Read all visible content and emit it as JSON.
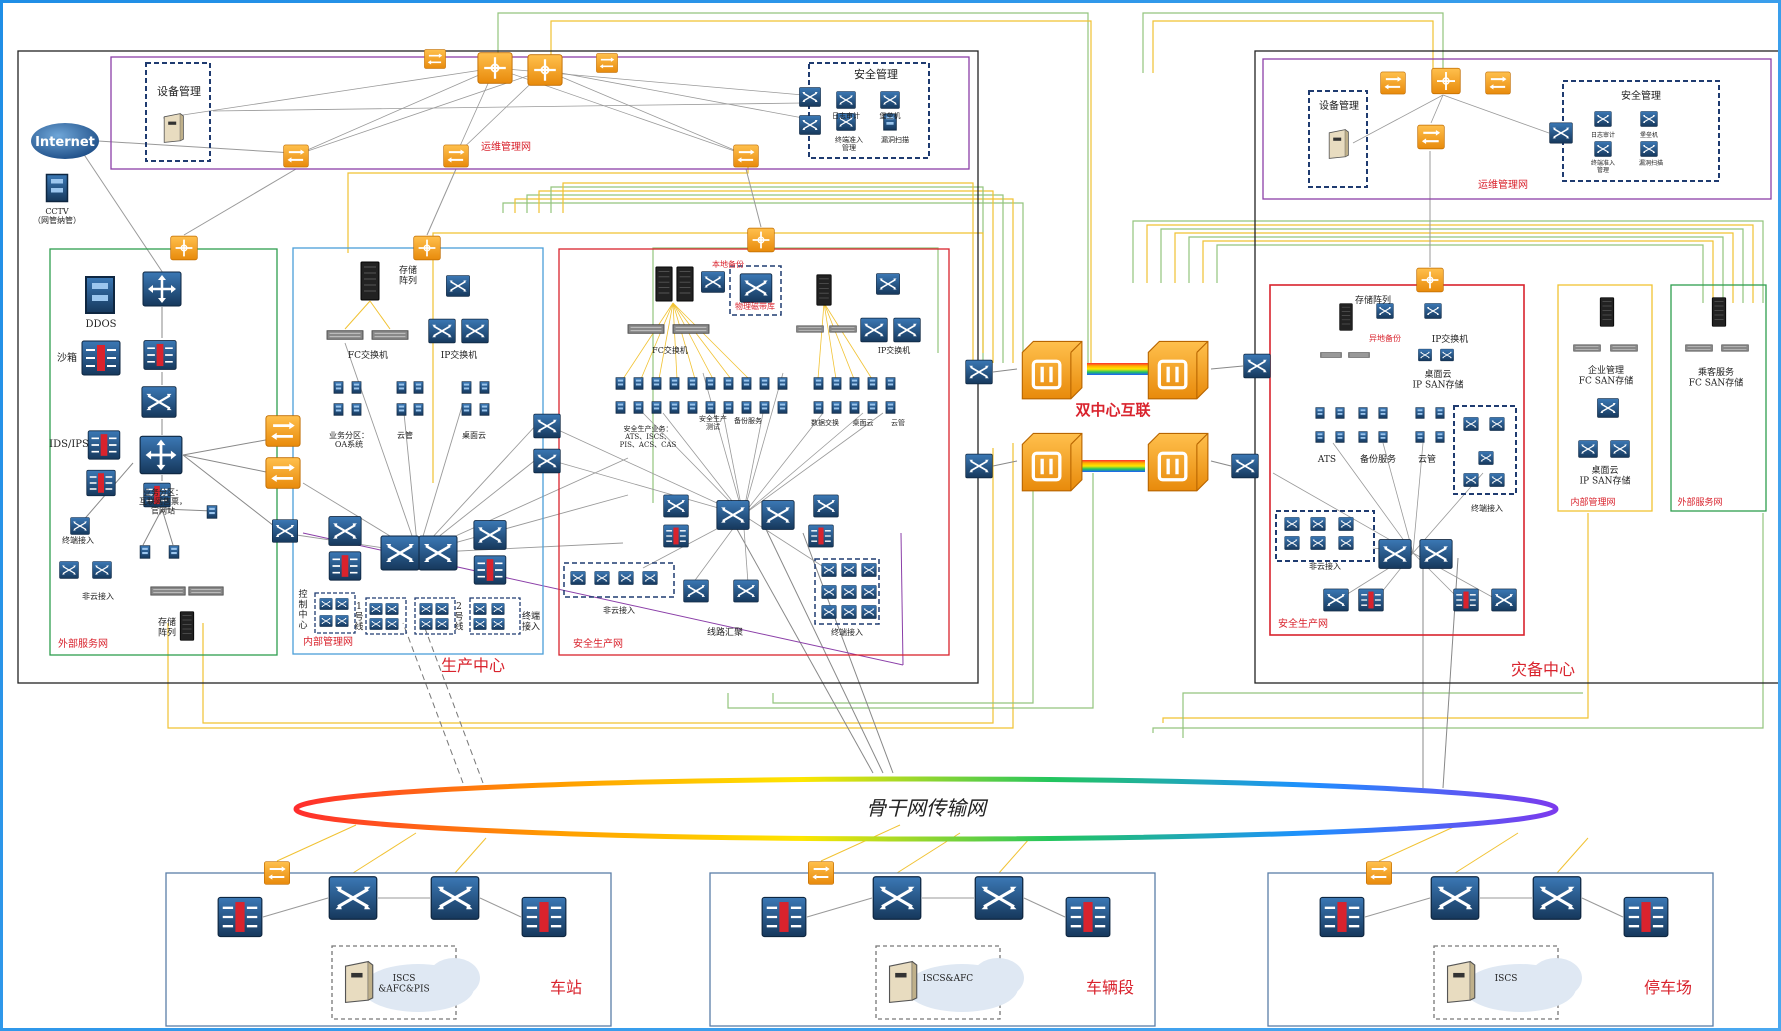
{
  "colors": {
    "device_blue": "#1f4e79",
    "firewall_orange": "#f5a623",
    "production_red": "#d9232d",
    "ops_purple": "#8b3fa8",
    "internal_blue": "#4a9fd8",
    "external_green": "#2e9e4f",
    "link_yellow": "#f1c232",
    "link_green": "#93c47d",
    "backbone_label": "#222222",
    "site_label_red": "#d9232d"
  },
  "production_center": {
    "label": "生产中心",
    "ops_network": {
      "label": "运维管理网",
      "device_mgmt": "设备管理",
      "security_mgmt": "安全管理",
      "sec_items": [
        "日志审计",
        "堡垒机",
        "终端准入\n管理",
        "漏洞扫描"
      ]
    },
    "internet": "Internet",
    "cctv": "CCTV\n（网管纳管）",
    "external_service": {
      "label": "外部服务网",
      "ddos": "DDOS",
      "sandbox": "沙箱",
      "ids_ips": "IDS/IPS",
      "biz_zone": "业务分区：\n互联网售票，\n官网站",
      "terminal_access": "终端接入",
      "non_cloud": "非云接入",
      "storage_array": "存储\n阵列"
    },
    "internal_mgmt": {
      "label": "内部管理网",
      "storage_array": "存储\n阵列",
      "fc_switch": "FC交换机",
      "ip_switch": "IP交换机",
      "biz_zone": "业务分区：\nOA系统",
      "cloud_mgmt": "云管",
      "desktop_cloud": "桌面云",
      "ctrl_center": "控\n制\n中\n心",
      "line_1": "1\n号\n线",
      "line_2": "2\n号\n线",
      "terminal_access": "终端\n接入"
    },
    "safety_production": {
      "label": "安全生产网",
      "local_backup": "本地备份",
      "physical_tape": "物理磁带库",
      "fc_switch": "FC交换机",
      "ip_switch": "IP交换机",
      "biz": "安全生产业务：\nATS、ISCS、\nPIS、ACS、CAS",
      "test": "安全生产\n测试",
      "backup_svc": "备份服务",
      "data_exchange": "数据交换",
      "hosting": "桌面云",
      "cloud": "云管",
      "non_cloud": "非云接入",
      "line_aggr": "线路汇聚",
      "terminal_access": "终端接入"
    }
  },
  "interconnect": {
    "label": "双中心互联"
  },
  "dr_center": {
    "label": "灾备中心",
    "ops_network": {
      "label": "运维管理网",
      "device_mgmt": "设备管理",
      "security_mgmt": "安全管理",
      "sec_items": [
        "日志审计",
        "堡垒机",
        "终端准入\n管理",
        "漏洞扫描"
      ]
    },
    "safety_production": {
      "label": "安全生产网",
      "storage_array": "存储阵列",
      "remote_backup": "异地备份",
      "ip_switch": "IP交换机",
      "desktop_cloud": "桌面云\nIP SAN存储",
      "ats": "ATS",
      "backup_svc": "备份服务",
      "cloud_mgmt": "云管",
      "terminal_access": "终端接入",
      "non_cloud": "非云接入"
    },
    "internal_mgmt": {
      "label": "内部管理网",
      "enterprise": "企业管理\nFC SAN存储",
      "desktop_cloud": "桌面云\nIP SAN存储"
    },
    "external_service": {
      "label": "外部服务网",
      "passenger": "乘客服务\nFC SAN存储"
    }
  },
  "backbone": {
    "label": "骨干网传输网"
  },
  "sites": [
    {
      "label": "车站",
      "server": "ISCS\n&AFC&PIS"
    },
    {
      "label": "车辆段",
      "server": "ISCS&AFC"
    },
    {
      "label": "停车场",
      "server": "ISCS"
    }
  ]
}
